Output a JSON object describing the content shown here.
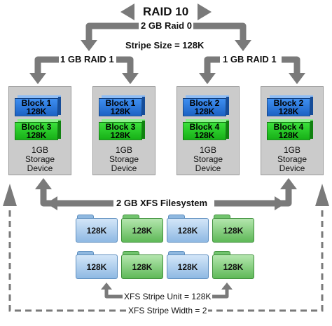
{
  "title": "RAID 10",
  "raid0_label": "2 GB Raid 0",
  "stripe_size_label": "Stripe Size = 128K",
  "raid1_groups": [
    {
      "label": "1 GB RAID 1"
    },
    {
      "label": "1 GB RAID 1"
    }
  ],
  "devices": [
    {
      "blocks": [
        {
          "name": "Block 1",
          "size": "128K",
          "color": "blue"
        },
        {
          "name": "Block 3",
          "size": "128K",
          "color": "green"
        }
      ],
      "caption_1": "1GB",
      "caption_2": "Storage",
      "caption_3": "Device"
    },
    {
      "blocks": [
        {
          "name": "Block 1",
          "size": "128K",
          "color": "blue"
        },
        {
          "name": "Block 3",
          "size": "128K",
          "color": "green"
        }
      ],
      "caption_1": "1GB",
      "caption_2": "Storage",
      "caption_3": "Device"
    },
    {
      "blocks": [
        {
          "name": "Block 2",
          "size": "128K",
          "color": "blue"
        },
        {
          "name": "Block 4",
          "size": "128K",
          "color": "green"
        }
      ],
      "caption_1": "1GB",
      "caption_2": "Storage",
      "caption_3": "Device"
    },
    {
      "blocks": [
        {
          "name": "Block 2",
          "size": "128K",
          "color": "blue"
        },
        {
          "name": "Block 4",
          "size": "128K",
          "color": "green"
        }
      ],
      "caption_1": "1GB",
      "caption_2": "Storage",
      "caption_3": "Device"
    }
  ],
  "filesystem_label": "2 GB XFS Filesystem",
  "folders": [
    {
      "label": "128K",
      "color": "blue"
    },
    {
      "label": "128K",
      "color": "green"
    },
    {
      "label": "128K",
      "color": "blue"
    },
    {
      "label": "128K",
      "color": "green"
    },
    {
      "label": "128K",
      "color": "blue"
    },
    {
      "label": "128K",
      "color": "green"
    },
    {
      "label": "128K",
      "color": "blue"
    },
    {
      "label": "128K",
      "color": "green"
    }
  ],
  "stripe_unit_label": "XFS Stripe Unit = 128K",
  "stripe_width_label": "XFS Stripe Width = 2",
  "colors": {
    "arrow": "#7a7a7a",
    "device_bg": "#cbcbcb",
    "blue_block": "#1f6fd6",
    "green_block": "#1fcc1f"
  }
}
